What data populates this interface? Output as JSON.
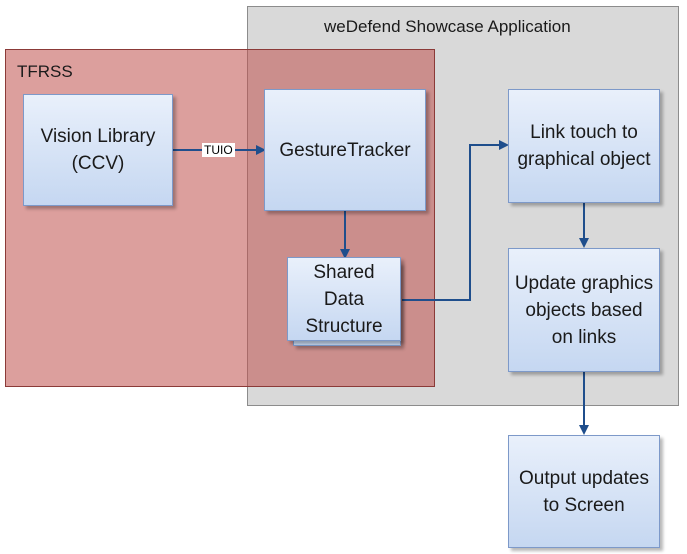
{
  "regions": {
    "app_title": "weDefend Showcase Application",
    "tfrss_title": "TFRSS"
  },
  "boxes": {
    "vision_library": "Vision Library (CCV)",
    "gesture_tracker": "GestureTracker",
    "shared_data": "Shared Data Structure",
    "link_touch": "Link touch to graphical object",
    "update_graphics": "Update graphics objects based on links",
    "output_updates": "Output updates to Screen"
  },
  "connections": {
    "tuio_label": "TUIO"
  },
  "colors": {
    "arrow": "#1f4e8c",
    "box_border": "#7d99c9",
    "tfrss_fill": "#c0504d",
    "app_fill": "#d9d9d9"
  }
}
